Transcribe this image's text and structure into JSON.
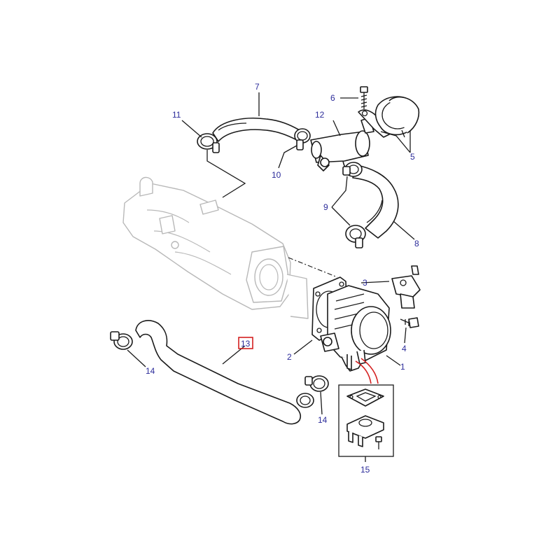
{
  "callouts": {
    "c1": "1",
    "c2": "2",
    "c3": "3",
    "c4": "4",
    "c5": "5",
    "c6": "6",
    "c7": "7",
    "c8": "8",
    "c9": "9",
    "c10": "10",
    "c11": "11",
    "c12": "12",
    "c13": "13",
    "c14a": "14",
    "c14b": "14",
    "c15": "15"
  },
  "highlighted_callout": "13",
  "colors": {
    "callout_text": "#2b2b9a",
    "highlight": "#d42020",
    "line": "#1a1a1a",
    "ghost_part": "#b8b8b8"
  }
}
